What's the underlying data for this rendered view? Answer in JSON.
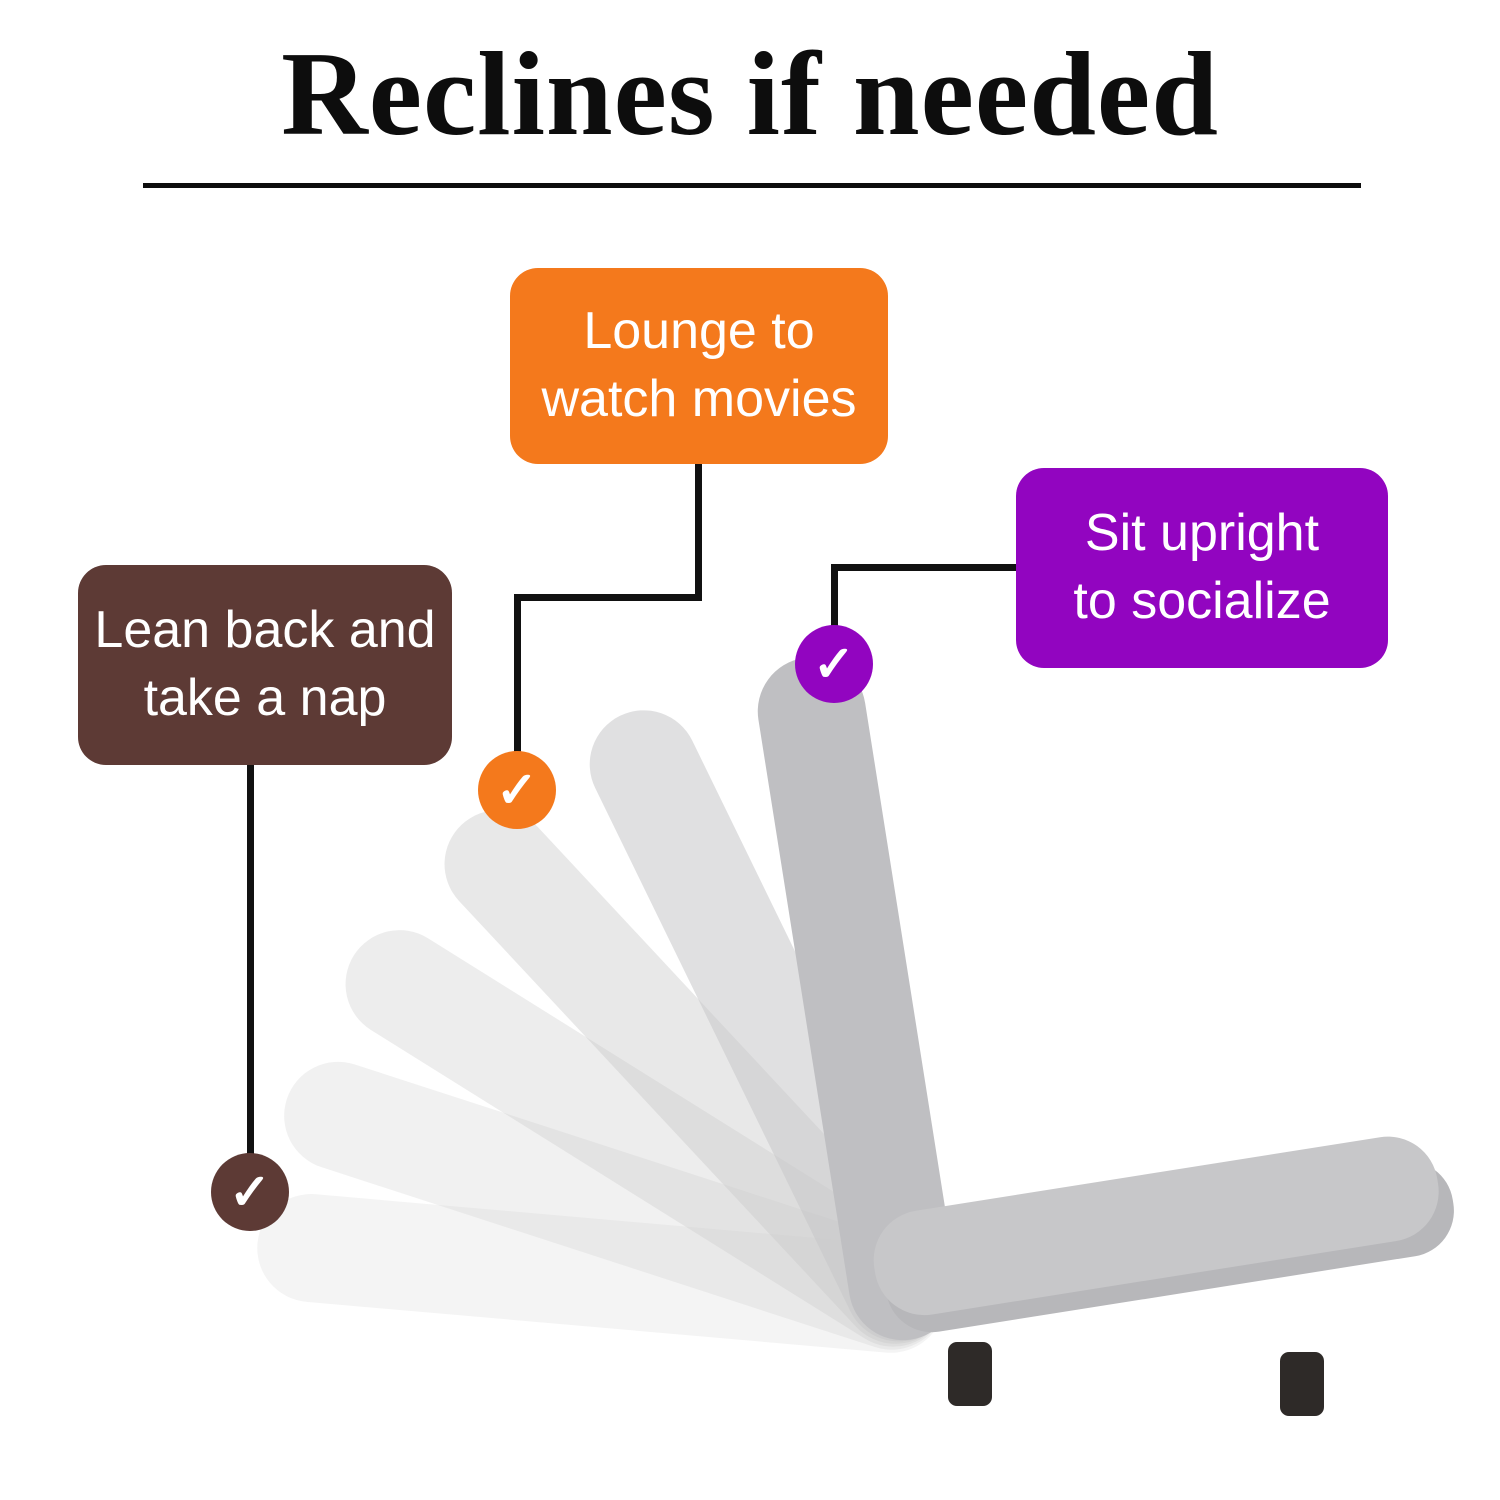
{
  "page": {
    "title": "Reclines if needed"
  },
  "colors": {
    "orange": "#f4791c",
    "purple": "#9205c0",
    "brown": "#5d3a35",
    "chair": "#c7c7c9",
    "chair-dark": "#bfbfc2",
    "chair-under": "#b7b7ba",
    "leg": "#2e2a28",
    "line": "#111111"
  },
  "callouts": [
    {
      "id": "lounge",
      "text": "Lounge to watch movies",
      "line1": "Lounge to",
      "line2": "watch movies",
      "check": "✓"
    },
    {
      "id": "sit-upright",
      "text": "Sit upright to socialize",
      "line1": "Sit upright",
      "line2": "to socialize",
      "check": "✓"
    },
    {
      "id": "nap",
      "text": "Lean back and take a nap",
      "line1": "Lean back and",
      "line2": "take a nap",
      "check": "✓"
    }
  ],
  "chair": {
    "alt": "Gray floor chair shown fanned through six recline positions"
  }
}
